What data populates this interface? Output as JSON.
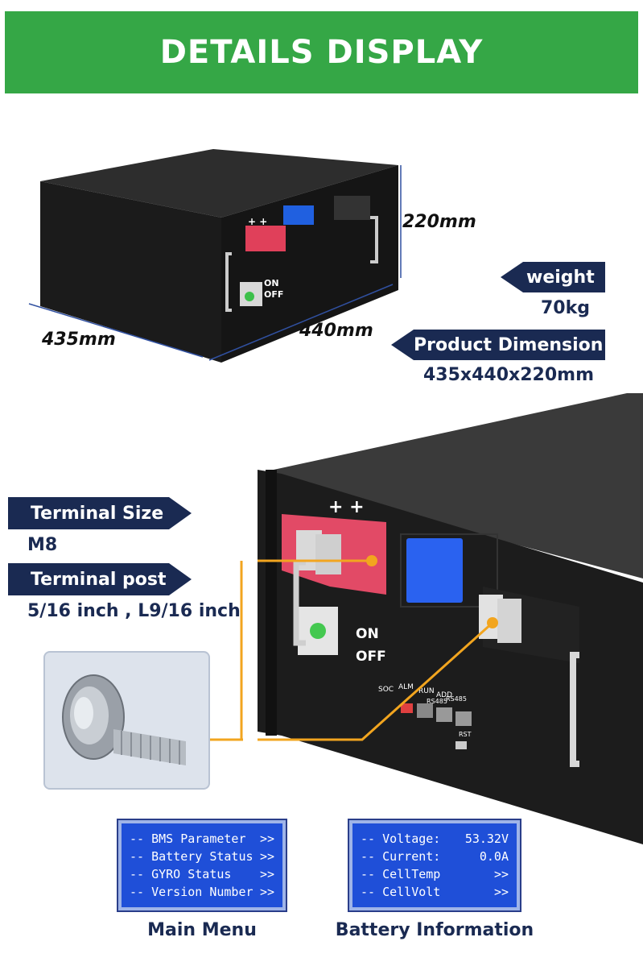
{
  "banner": {
    "title": "DETAILS DISPLAY"
  },
  "dimensions": {
    "height": "220mm",
    "depth": "440mm",
    "width": "435mm"
  },
  "specs": {
    "weight_label": "weight",
    "weight_value": "70kg",
    "product_dimension_label": "Product Dimension",
    "product_dimension_value": "435x440x220mm",
    "terminal_size_label": "Terminal Size",
    "terminal_size_value": "M8",
    "terminal_post_label": "Terminal post",
    "terminal_post_value": "5/16 inch , L9/16 inch"
  },
  "battery_panel": {
    "plus_signs": "+ +",
    "on_label": "ON",
    "off_label": "OFF",
    "port_labels": [
      "SOC",
      "ALM",
      "RUN",
      "ADD",
      "RS485",
      "RS485",
      "RST"
    ]
  },
  "main_menu": {
    "caption": "Main Menu",
    "rows": [
      {
        "label": "-- BMS Parameter",
        "value": ">>"
      },
      {
        "label": "-- Battery Status",
        "value": ">>"
      },
      {
        "label": "-- GYRO Status",
        "value": ">>"
      },
      {
        "label": "-- Version Number",
        "value": ">>"
      }
    ]
  },
  "battery_info": {
    "caption": "Battery Information",
    "rows": [
      {
        "label": "-- Voltage:",
        "value": "53.32V"
      },
      {
        "label": "-- Current:",
        "value": "0.0A"
      },
      {
        "label": "-- CellTemp",
        "value": ">>"
      },
      {
        "label": "-- CellVolt",
        "value": ">>"
      }
    ]
  },
  "colors": {
    "banner_green": "#35a746",
    "navy": "#1a2a52",
    "lcd_blue": "#1f4fd8",
    "leader_orange": "#f2a51f"
  }
}
